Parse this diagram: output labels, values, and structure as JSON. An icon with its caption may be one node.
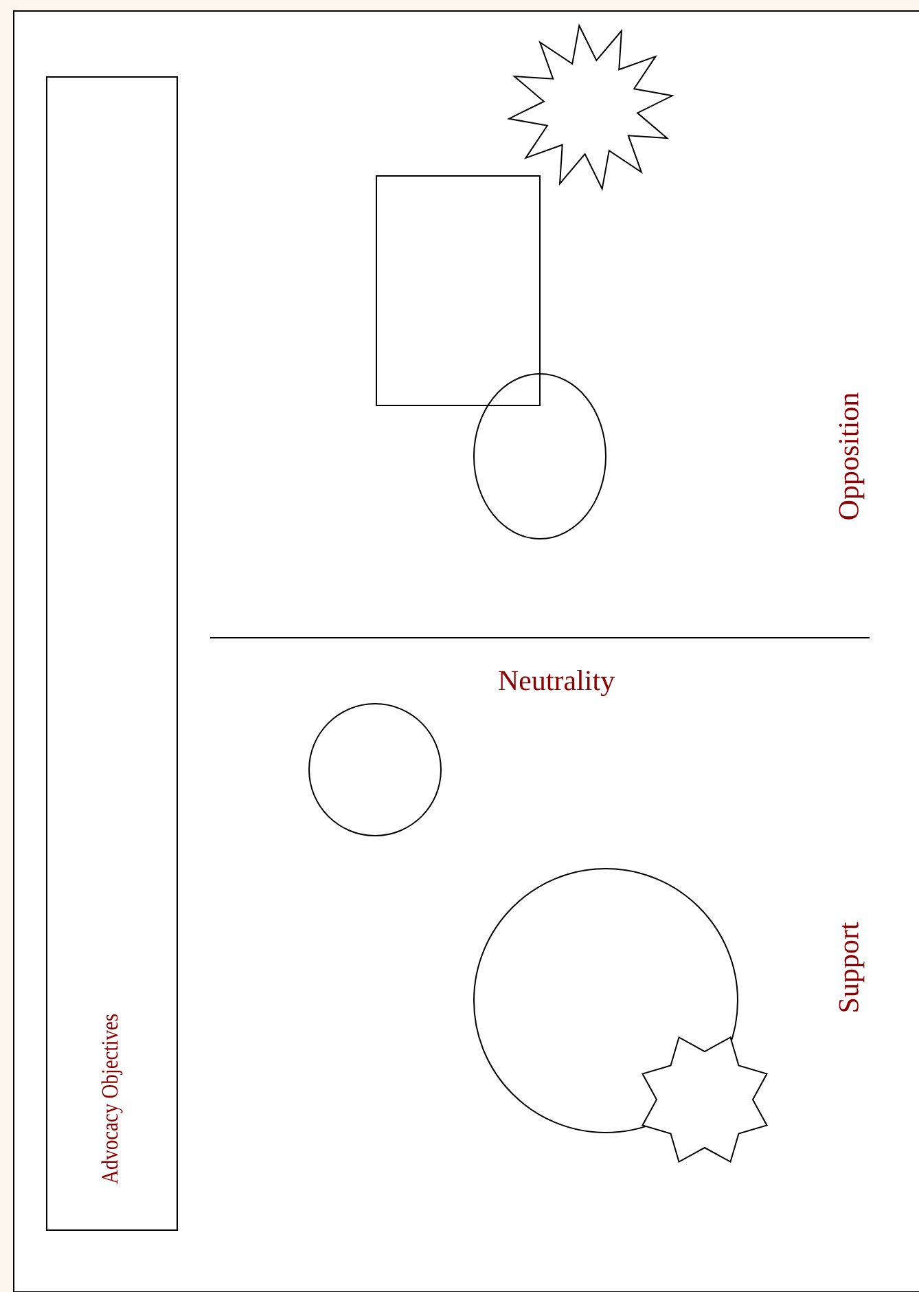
{
  "diagram": {
    "nodes": [
      {
        "text": [
          "Advocacy Objectives"
        ]
      },
      {
        "text": [],
        "shape": "starburst"
      },
      {
        "text": [],
        "shape": "box"
      },
      {
        "text": [],
        "shape": "ellipse"
      },
      {
        "text": [],
        "shape": "circle"
      },
      {
        "text": [],
        "shape": "circle"
      },
      {
        "text": [],
        "shape": "star"
      }
    ],
    "edges": [],
    "labels": [
      "Opposition",
      "Neutrality",
      "Support"
    ]
  }
}
